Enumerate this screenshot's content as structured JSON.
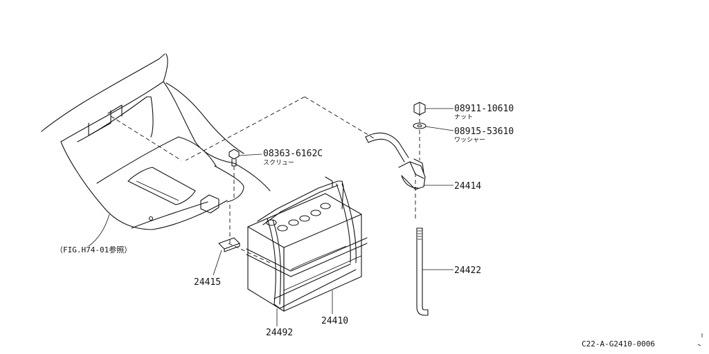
{
  "parts": [
    {
      "id": "nut",
      "part_number": "08911-10610",
      "subtitle": "ナット"
    },
    {
      "id": "washer",
      "part_number": "08915-53610",
      "subtitle": "ワッシャー"
    },
    {
      "id": "screw",
      "part_number": "08363-6162C",
      "subtitle": "スクリュー"
    },
    {
      "id": "frame",
      "part_number": "24414",
      "subtitle": ""
    },
    {
      "id": "rod",
      "part_number": "24422",
      "subtitle": ""
    },
    {
      "id": "bracket",
      "part_number": "24415",
      "subtitle": ""
    },
    {
      "id": "battery",
      "part_number": "24410",
      "subtitle": ""
    },
    {
      "id": "cover",
      "part_number": "24492",
      "subtitle": ""
    }
  ],
  "reference_note": "（FIG.H74-01参照）",
  "drawing_code": "C22-A-G2410-0006"
}
